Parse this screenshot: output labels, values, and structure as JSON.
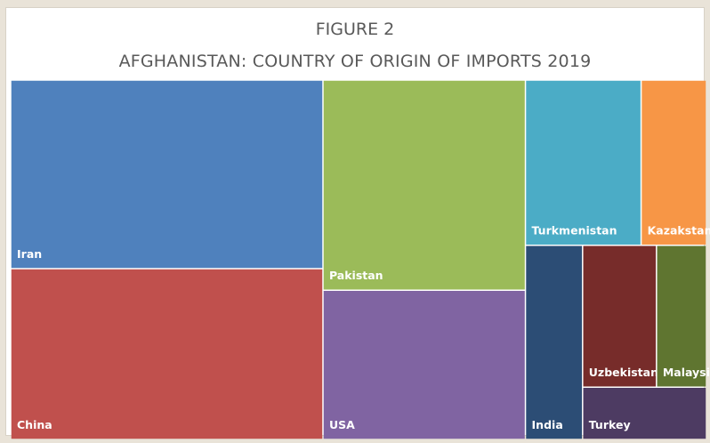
{
  "chart_data": {
    "type": "treemap",
    "title": "FIGURE 2",
    "subtitle": "AFGHANISTAN: COUNTRY OF ORIGIN OF IMPORTS 2019",
    "categories": [
      "Iran",
      "China",
      "Pakistan",
      "USA",
      "Turkmenistan",
      "Kazakstan",
      "India",
      "Uzbekistan",
      "Malaysia",
      "Turkey"
    ],
    "values": [
      19.1,
      17.3,
      13.8,
      9.8,
      6.2,
      3.5,
      3.6,
      3.4,
      2.3,
      2.1
    ],
    "colors": {
      "Iran": "#4f81bd",
      "China": "#c0504d",
      "Pakistan": "#9bbb59",
      "USA": "#8064a2",
      "Turkmenistan": "#4bacc6",
      "Kazakstan": "#f79646",
      "India": "#2c4d75",
      "Uzbekistan": "#772c2a",
      "Malaysia": "#5f7530",
      "Turkey": "#4d3b62"
    }
  }
}
